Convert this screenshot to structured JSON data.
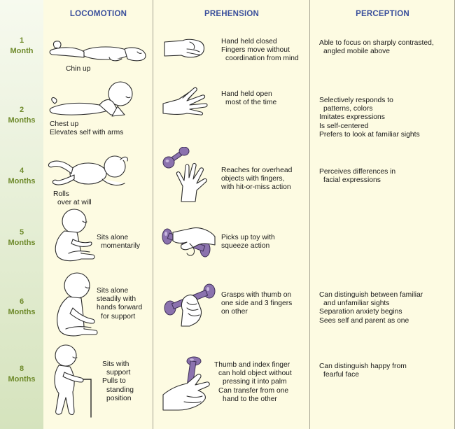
{
  "headers": {
    "locomotion": "LOCOMOTION",
    "prehension": "PREHENSION",
    "perception": "PERCEPTION"
  },
  "rows": [
    {
      "age_num": "1",
      "age_unit": "Month",
      "locomotion": [
        "Chin up"
      ],
      "prehension": [
        "Hand held closed",
        "Fingers move without",
        "coordination from mind"
      ],
      "perception": [
        "Able to focus on sharply contrasted,",
        "angled mobile above"
      ]
    },
    {
      "age_num": "2",
      "age_unit": "Months",
      "locomotion": [
        "Chest up",
        "Elevates self with arms"
      ],
      "prehension": [
        "Hand held open",
        "most of the time"
      ],
      "perception": [
        "Selectively responds to",
        "patterns, colors",
        "Imitates expressions",
        "Is self-centered",
        "Prefers to look at familiar sights"
      ]
    },
    {
      "age_num": "4",
      "age_unit": "Months",
      "locomotion": [
        "Rolls",
        "over at will"
      ],
      "prehension": [
        "Reaches for overhead",
        "objects with fingers,",
        "with hit-or-miss action"
      ],
      "perception": [
        "Perceives differences in",
        "facial expressions"
      ]
    },
    {
      "age_num": "5",
      "age_unit": "Months",
      "locomotion": [
        "Sits alone",
        "momentarily"
      ],
      "prehension": [
        "Picks up toy with",
        "squeeze action"
      ],
      "perception": []
    },
    {
      "age_num": "6",
      "age_unit": "Months",
      "locomotion": [
        "Sits alone",
        "steadily with",
        "hands forward",
        "for support"
      ],
      "prehension": [
        "Grasps with thumb on",
        "one side and 3 fingers",
        "on other"
      ],
      "perception": [
        "Can distinguish between familiar",
        "and unfamiliar sights",
        "Separation anxiety begins",
        "Sees self and parent as one"
      ]
    },
    {
      "age_num": "8",
      "age_unit": "Months",
      "locomotion": [
        "Sits with",
        "support",
        "Pulls to",
        "standing",
        "position"
      ],
      "prehension": [
        "Thumb and index finger",
        "can hold object without",
        "pressing it into palm",
        "Can transfer from one",
        "hand to the other"
      ],
      "perception": [
        "Can distinguish happy from",
        "fearful face"
      ]
    }
  ],
  "illustrations": {
    "locomotion": [
      "baby-lying-chin-up-icon",
      "baby-chest-up-icon",
      "baby-rolling-icon",
      "baby-sitting-momentarily-icon",
      "baby-sitting-steadily-icon",
      "baby-pulling-to-stand-icon"
    ],
    "prehension": [
      "closed-hand-icon",
      "open-hand-icon",
      "hand-reaching-dumbbell-icon",
      "hand-squeezing-dumbbell-icon",
      "hand-grasping-dumbbell-icon",
      "hand-pincer-dumbbell-icon"
    ]
  },
  "colors": {
    "header": "#3a4f9c",
    "age_label": "#6e8a2b",
    "column_bg": "#fdfbe2",
    "toy": "#8b72ae"
  }
}
